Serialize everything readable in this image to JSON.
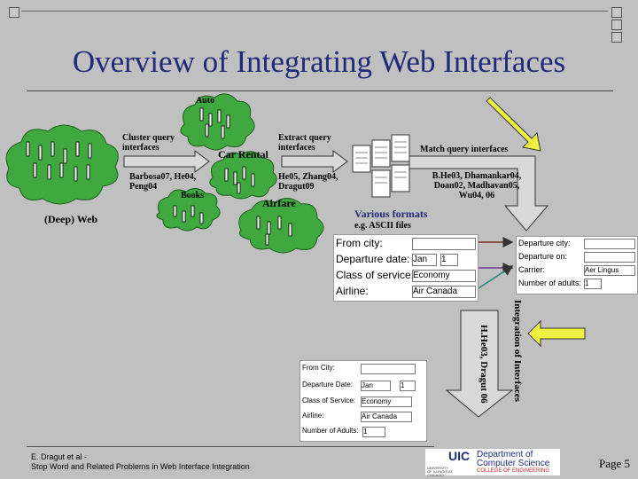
{
  "title": "Overview of Integrating Web Interfaces",
  "diagram": {
    "clouds": {
      "auto": "Auto",
      "car_rental": "Car Rental",
      "books": "Books",
      "airfare": "Airfare",
      "deep_web": "(Deep) Web"
    },
    "steps": {
      "cluster": "Cluster query interfaces",
      "cluster_refs": "Barbosa07, He04, Peng04",
      "extract": "Extract query interfaces",
      "extract_refs": "He05, Zhang04, Dragut09",
      "match": "Match query interfaces",
      "match_refs": "B.He03, Dhamankar04, Doan02, Madhavan05, Wu04, 06",
      "formats": "Various formats",
      "formats_sub": "e.g. ASCII files",
      "integration": "Integration of Interfaces",
      "integration_refs": "H.He03, Dragut 06"
    },
    "colors": {
      "title": "#1f2a78",
      "arrow_red": "#7a2a1a",
      "arrow_teal": "#1a8a7a",
      "arrow_purple": "#6a3a8a",
      "yellow": "#f0f040",
      "cloud": "#3fa83f"
    }
  },
  "form_large": {
    "rows": [
      {
        "label": "From city:",
        "value": ""
      },
      {
        "label": "Departure date:",
        "value": "Jan",
        "value2": "1"
      },
      {
        "label": "Class of service:",
        "value": "Economy"
      },
      {
        "label": "Airline:",
        "value": "Air Canada"
      }
    ]
  },
  "form_right": {
    "rows": [
      {
        "label": "Departure city:",
        "value": ""
      },
      {
        "label": "Departure on:",
        "value": ""
      },
      {
        "label": "Carrier:",
        "value": "Aer Lingus"
      },
      {
        "label": "Number of adults:",
        "value": "1"
      }
    ]
  },
  "form_result": {
    "rows": [
      {
        "label": "From City:",
        "value": ""
      },
      {
        "label": "Departure Date:",
        "value": "Jan",
        "value2": "1"
      },
      {
        "label": "Class of Service:",
        "value": "Economy"
      },
      {
        "label": "Airline:",
        "value": "Air Canada"
      },
      {
        "label": "Number of Adults:",
        "value": "1"
      }
    ]
  },
  "footer": {
    "line1": "E. Dragut et al -",
    "line2": "Stop Word and Related Problems in Web Interface Integration",
    "logo_uic": "UIC",
    "logo_dept": "Department of",
    "logo_cs": "Computer Science",
    "logo_college": "COLLEGE OF ENGINEERING",
    "logo_univ": "UNIVERSITY OF ILLINOIS AT CHICAGO",
    "page": "Page 5"
  }
}
